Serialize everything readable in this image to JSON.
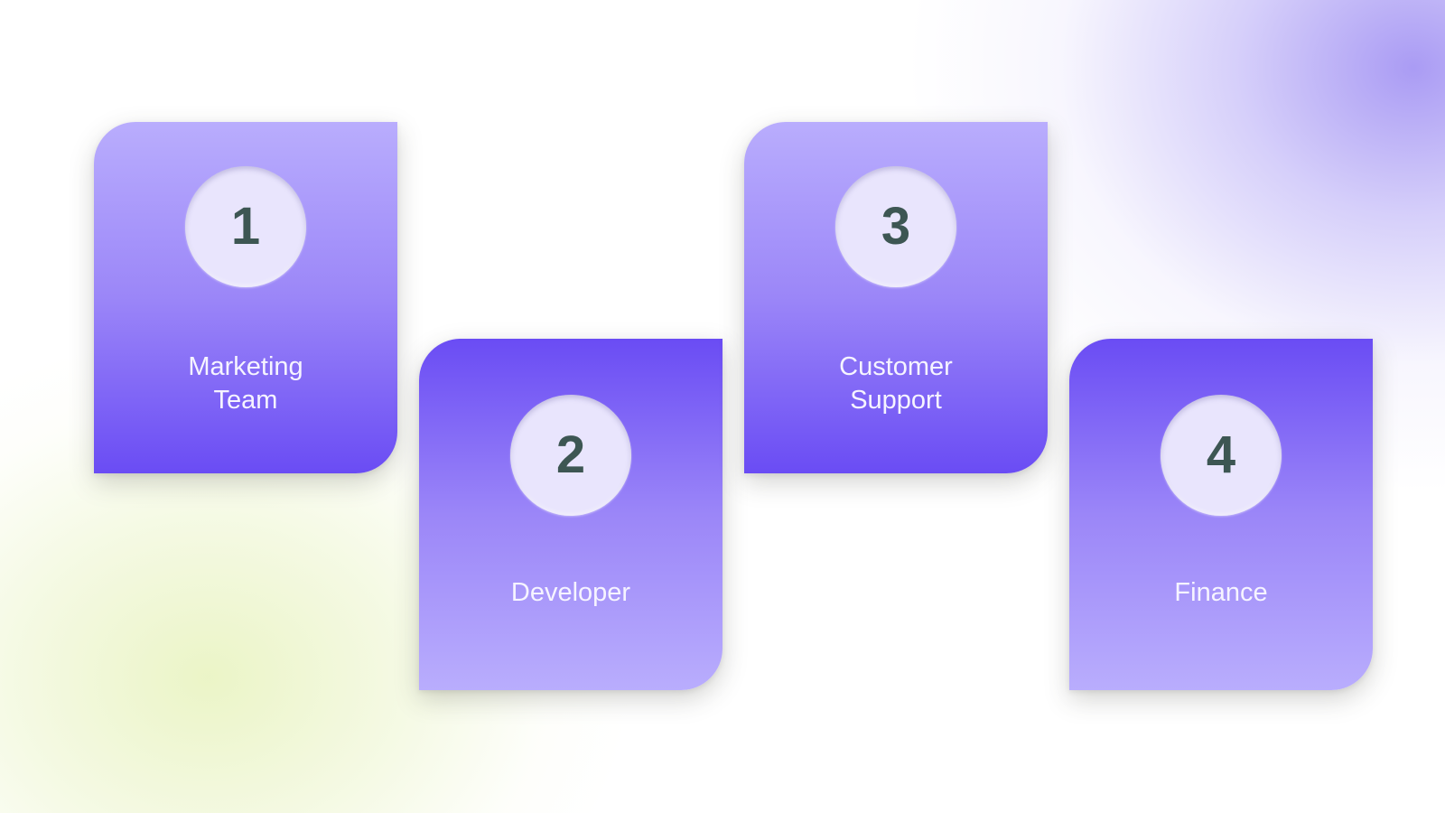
{
  "colors": {
    "gradient_dark": "#6a4cf4",
    "gradient_mid": "#9b86f8",
    "gradient_light": "#b9adfd",
    "circle_fill": "#e9e5fd",
    "number_color": "#3d5653",
    "label_color": "#f6f4ff",
    "background_glow_purple": "#9b8af2",
    "background_glow_green": "#eaf4c4"
  },
  "steps": [
    {
      "number": "1",
      "label": "Marketing\nTeam"
    },
    {
      "number": "2",
      "label": "Developer"
    },
    {
      "number": "3",
      "label": "Customer\nSupport"
    },
    {
      "number": "4",
      "label": "Finance"
    }
  ]
}
